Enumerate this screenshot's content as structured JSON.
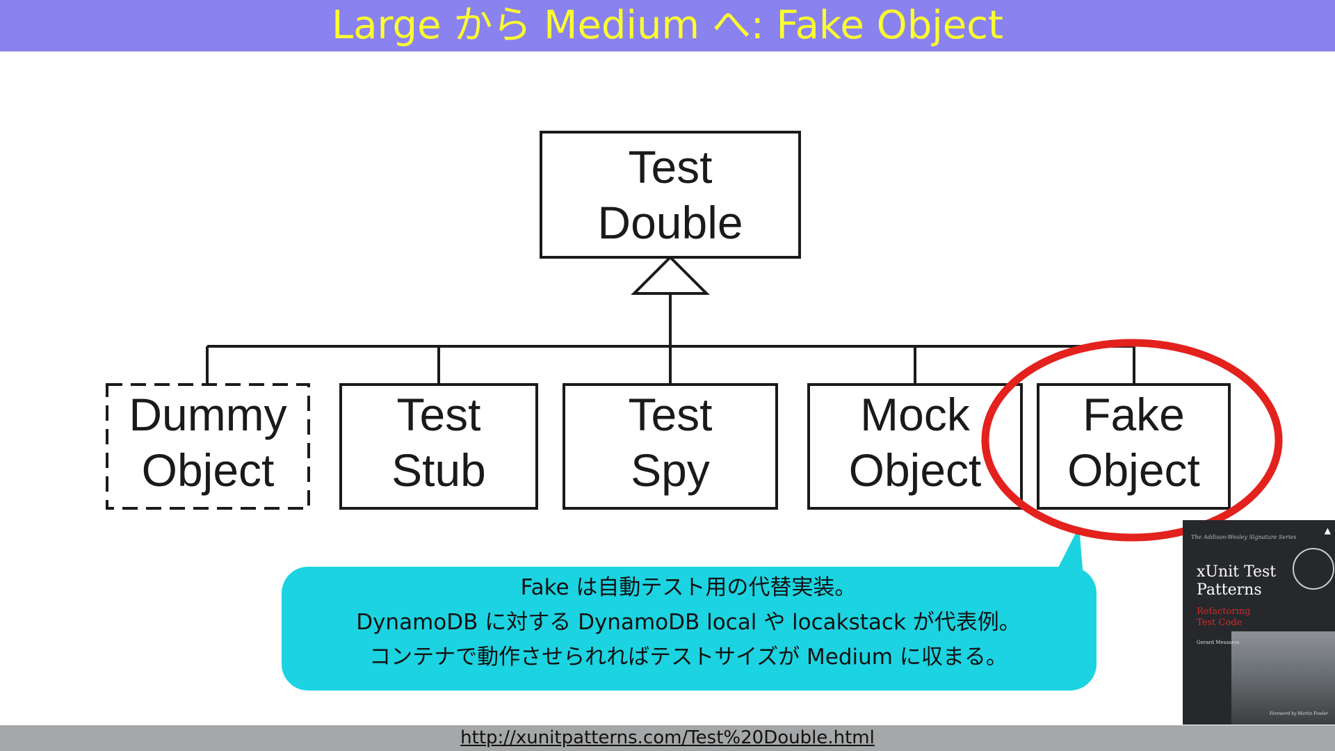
{
  "slide": {
    "title": "Large から Medium へ: Fake Object",
    "source_url": "http://xunitpatterns.com/Test%20Double.html"
  },
  "diagram": {
    "root": {
      "line1": "Test",
      "line2": "Double"
    },
    "children": [
      {
        "line1": "Dummy",
        "line2": "Object",
        "style": "dashed"
      },
      {
        "line1": "Test",
        "line2": "Stub",
        "style": "solid"
      },
      {
        "line1": "Test",
        "line2": "Spy",
        "style": "solid"
      },
      {
        "line1": "Mock",
        "line2": "Object",
        "style": "solid"
      },
      {
        "line1": "Fake",
        "line2": "Object",
        "style": "solid",
        "highlighted": true
      }
    ]
  },
  "callout": {
    "lines": [
      "Fake は自動テスト用の代替実装。",
      "DynamoDB に対する DynamoDB local や locakstack が代表例。",
      "コンテナで動作させられればテストサイズが Medium に収まる。"
    ]
  },
  "book": {
    "series": "The Addison-Wesley Signature Series",
    "title_line1": "xUnit Test",
    "title_line2": "Patterns",
    "subtitle_line1": "Refactoring",
    "subtitle_line2": "Test Code",
    "author": "Gerard Meszaros",
    "foreword": "Foreword by Martin Fowler"
  },
  "colors": {
    "title_bar": "#8a82ee",
    "title_text": "#fbff2e",
    "callout_fill": "#1cd3e1",
    "highlight_circle": "#e3211d",
    "footer_bar": "#a5a7a8"
  }
}
